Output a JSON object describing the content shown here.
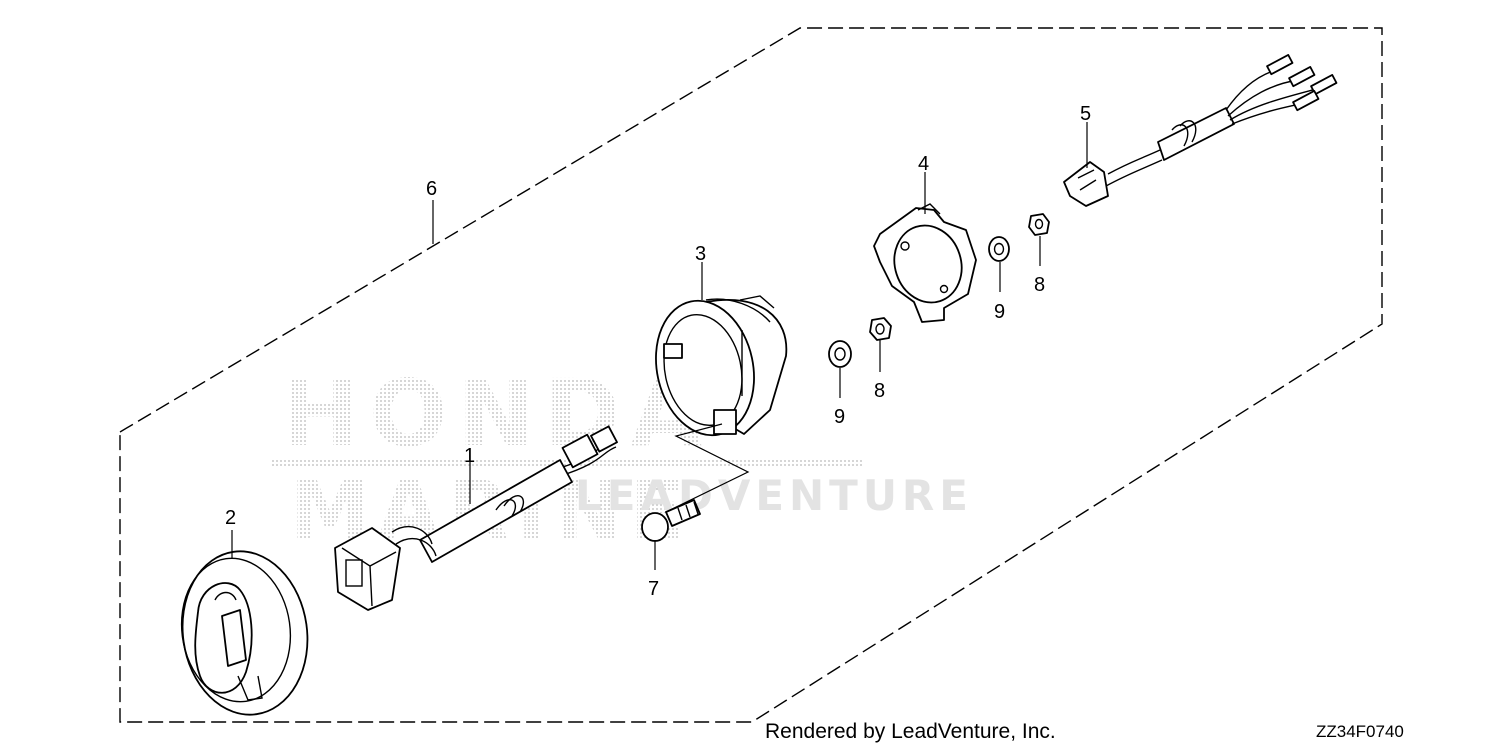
{
  "diagram": {
    "callouts": {
      "p1": "1",
      "p2": "2",
      "p3": "3",
      "p4": "4",
      "p5": "5",
      "p6": "6",
      "p7": "7",
      "p8a": "8",
      "p8b": "8",
      "p9a": "9",
      "p9b": "9"
    },
    "watermark": {
      "line1": "HONDA",
      "line2": "MARINE",
      "overlay": "LEADVENTURE"
    }
  },
  "footer": {
    "credit": "Rendered by LeadVenture, Inc.",
    "code": "ZZ34F0740"
  }
}
